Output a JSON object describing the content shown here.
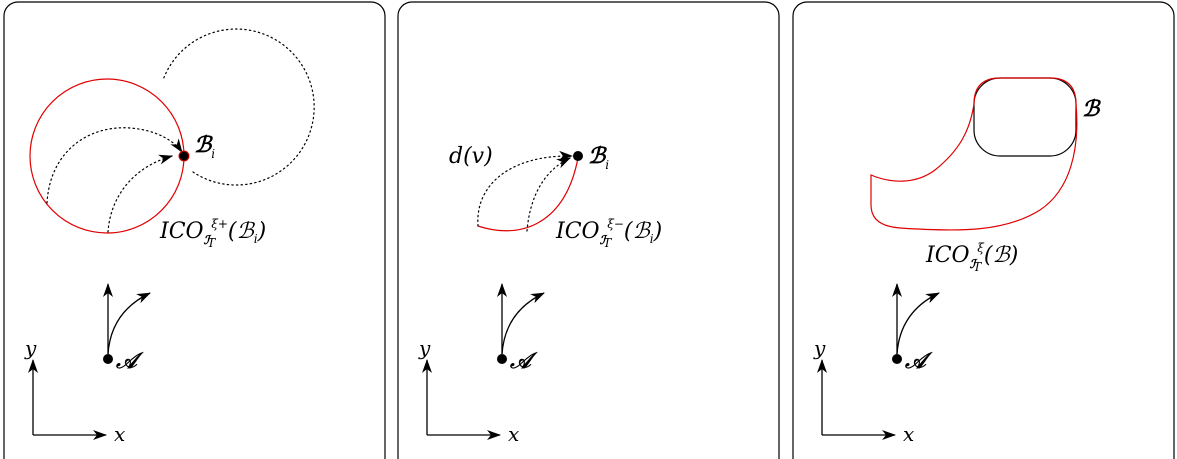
{
  "axes": {
    "x": "x",
    "y": "y"
  },
  "start_label": "𝒜",
  "panels": [
    {
      "id": "panel-1",
      "target_label": "ℬ",
      "target_sub": "i",
      "set_label_main": "ICO",
      "set_label_sub": "ℐ",
      "set_label_subsub": "T",
      "set_label_sup": "ξ+",
      "set_label_arg": "(ℬ",
      "set_label_arg_sub": "i",
      "set_label_close": ")"
    },
    {
      "id": "panel-2",
      "target_label": "ℬ",
      "target_sub": "i",
      "curve_label": "d(v)",
      "set_label_main": "ICO",
      "set_label_sub": "ℐ",
      "set_label_subsub": "T",
      "set_label_sup": "ξ−",
      "set_label_arg": "(ℬ",
      "set_label_arg_sub": "i",
      "set_label_close": ")"
    },
    {
      "id": "panel-3",
      "target_label": "ℬ",
      "set_label_main": "ICO",
      "set_label_sub": "ℐ",
      "set_label_subsub": "T",
      "set_label_sup": "ξ",
      "set_label_arg": "(ℬ)"
    }
  ],
  "colors": {
    "boundary": "#e00000",
    "ink": "#000000",
    "frame": "#000000"
  }
}
